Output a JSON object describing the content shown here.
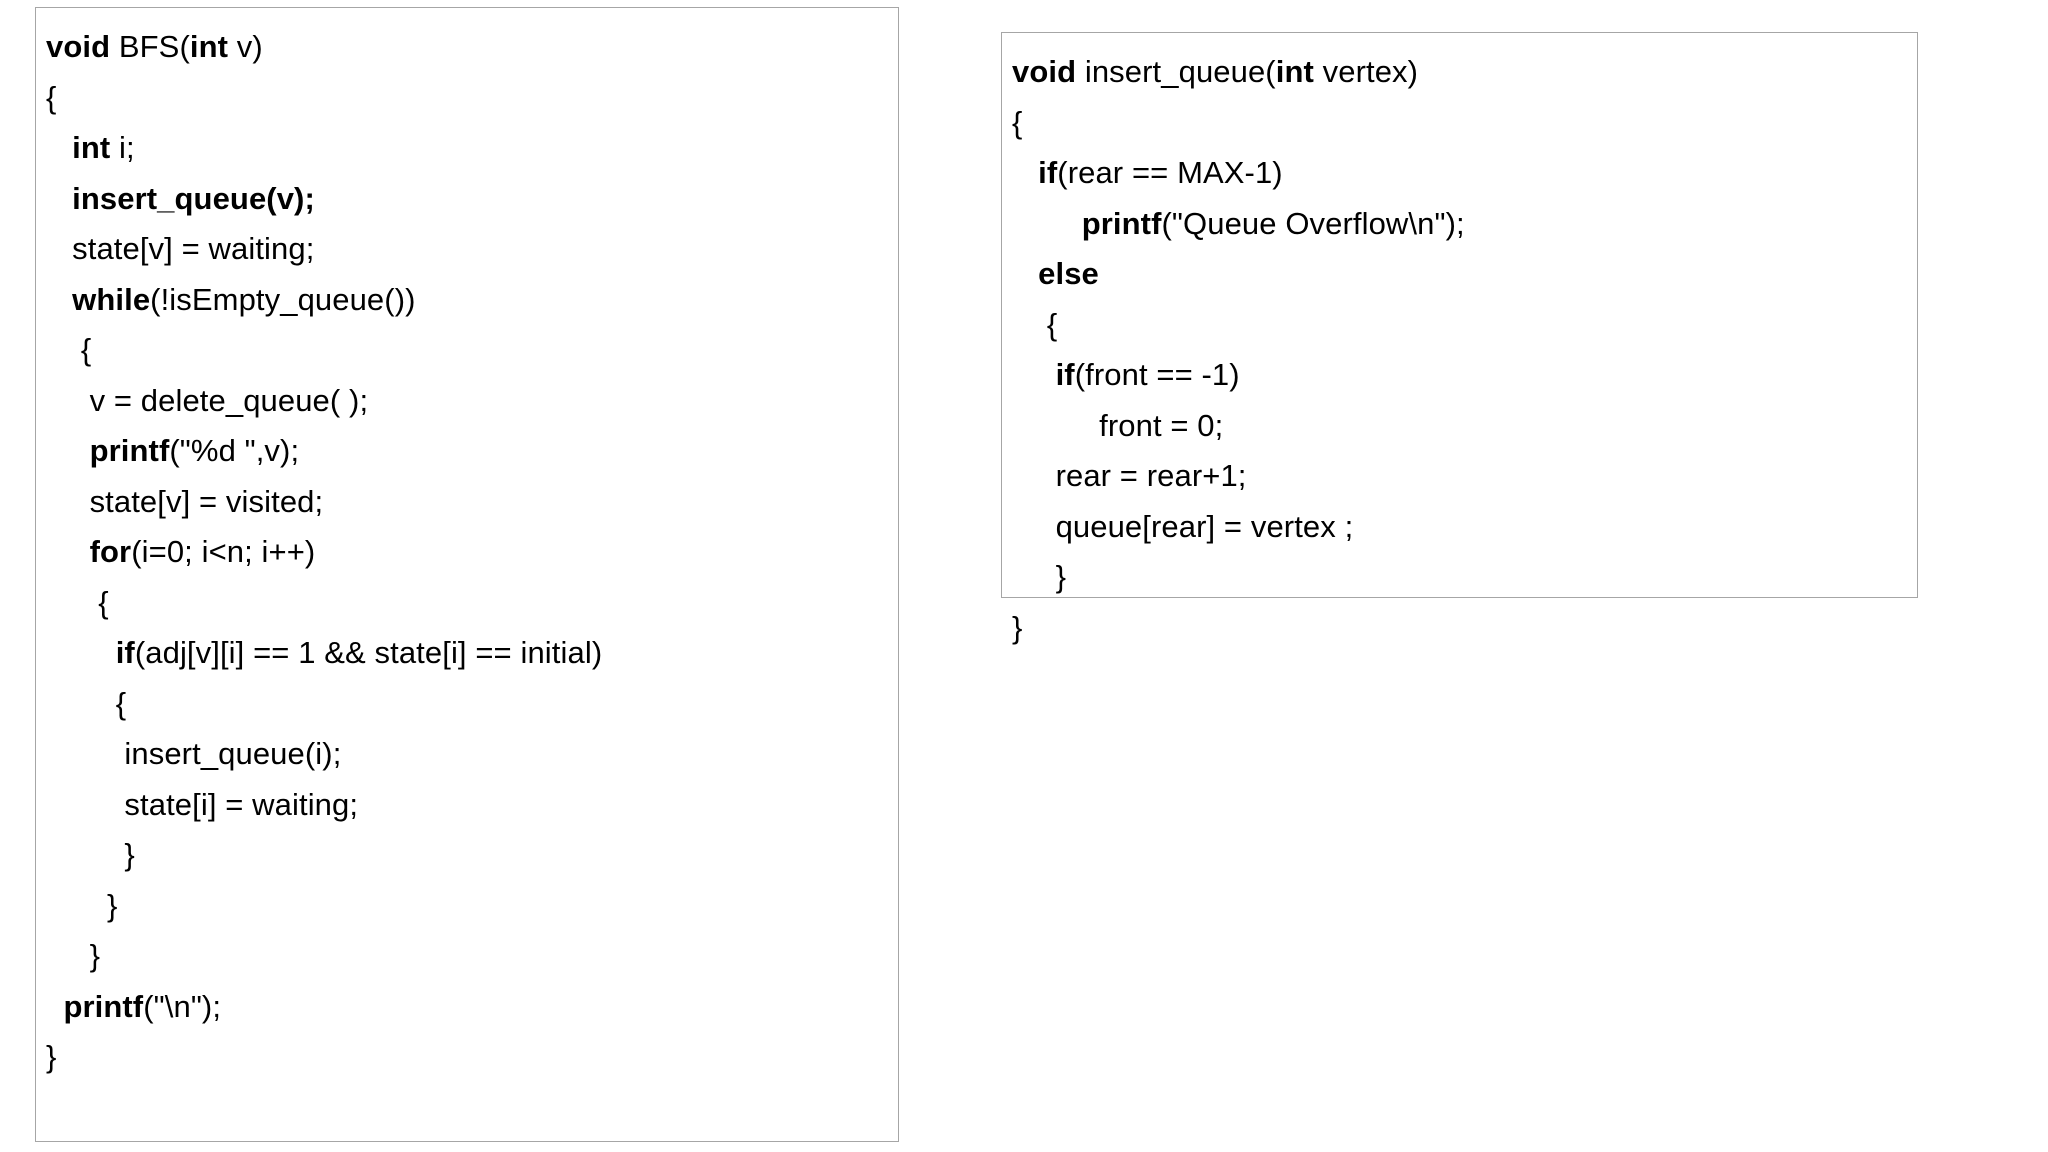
{
  "document": {
    "title": "BFS and insert_queue C code listings",
    "background_color": "#ffffff",
    "text_color": "#000000",
    "box_border_color": "#a6a6a6"
  },
  "listings": [
    {
      "id": "bfs",
      "name": "bfs-function-listing",
      "language": "C",
      "function_name": "BFS",
      "lines": [
        [
          {
            "t": "void",
            "b": true
          },
          {
            "t": " BFS(",
            "b": false
          },
          {
            "t": "int",
            "b": true
          },
          {
            "t": " v)",
            "b": false
          }
        ],
        [
          {
            "t": "{",
            "b": false
          }
        ],
        [
          {
            "t": "   ",
            "b": false
          },
          {
            "t": "int",
            "b": true
          },
          {
            "t": " i;",
            "b": false
          }
        ],
        [
          {
            "t": "   ",
            "b": false
          },
          {
            "t": "insert_queue(v);",
            "b": true
          }
        ],
        [
          {
            "t": "   state[v] = waiting;",
            "b": false
          }
        ],
        [
          {
            "t": "   ",
            "b": false
          },
          {
            "t": "while",
            "b": true
          },
          {
            "t": "(!isEmpty_queue())",
            "b": false
          }
        ],
        [
          {
            "t": "    {",
            "b": false
          }
        ],
        [
          {
            "t": "     v = delete_queue( );",
            "b": false
          }
        ],
        [
          {
            "t": "     ",
            "b": false
          },
          {
            "t": "printf",
            "b": true
          },
          {
            "t": "(\"%d \",v);",
            "b": false
          }
        ],
        [
          {
            "t": "     state[v] = visited;",
            "b": false
          }
        ],
        [
          {
            "t": "     ",
            "b": false
          },
          {
            "t": "for",
            "b": true
          },
          {
            "t": "(i=0; i<n; i++)",
            "b": false
          }
        ],
        [
          {
            "t": "      {",
            "b": false
          }
        ],
        [
          {
            "t": "        ",
            "b": false
          },
          {
            "t": "if",
            "b": true
          },
          {
            "t": "(adj[v][i] == 1 && state[i] == initial)",
            "b": false
          }
        ],
        [
          {
            "t": "        {",
            "b": false
          }
        ],
        [
          {
            "t": "         insert_queue(i);",
            "b": false
          }
        ],
        [
          {
            "t": "         state[i] = waiting;",
            "b": false
          }
        ],
        [
          {
            "t": "         }",
            "b": false
          }
        ],
        [
          {
            "t": "       }",
            "b": false
          }
        ],
        [
          {
            "t": "     }",
            "b": false
          }
        ],
        [
          {
            "t": "  ",
            "b": false
          },
          {
            "t": "printf",
            "b": true
          },
          {
            "t": "(\"\\n\");",
            "b": false
          }
        ],
        [
          {
            "t": "}",
            "b": false
          }
        ]
      ]
    },
    {
      "id": "insert_queue",
      "name": "insert-queue-function-listing",
      "language": "C",
      "function_name": "insert_queue",
      "lines": [
        [
          {
            "t": "void",
            "b": true
          },
          {
            "t": " insert_queue(",
            "b": false
          },
          {
            "t": "int",
            "b": true
          },
          {
            "t": " vertex)",
            "b": false
          }
        ],
        [
          {
            "t": "{",
            "b": false
          }
        ],
        [
          {
            "t": "   ",
            "b": false
          },
          {
            "t": "if",
            "b": true
          },
          {
            "t": "(rear == MAX-1)",
            "b": false
          }
        ],
        [
          {
            "t": "        ",
            "b": false
          },
          {
            "t": "printf",
            "b": true
          },
          {
            "t": "(\"Queue Overflow\\n\");",
            "b": false
          }
        ],
        [
          {
            "t": "   ",
            "b": false
          },
          {
            "t": "else",
            "b": true
          }
        ],
        [
          {
            "t": "    {",
            "b": false
          }
        ],
        [
          {
            "t": "     ",
            "b": false
          },
          {
            "t": "if",
            "b": true
          },
          {
            "t": "(front == -1)",
            "b": false
          }
        ],
        [
          {
            "t": "          front = 0;",
            "b": false
          }
        ],
        [
          {
            "t": "     rear = rear+1;",
            "b": false
          }
        ],
        [
          {
            "t": "     queue[rear] = vertex ;",
            "b": false
          }
        ],
        [
          {
            "t": "     }",
            "b": false
          }
        ],
        [
          {
            "t": "}",
            "b": false
          }
        ]
      ]
    }
  ]
}
